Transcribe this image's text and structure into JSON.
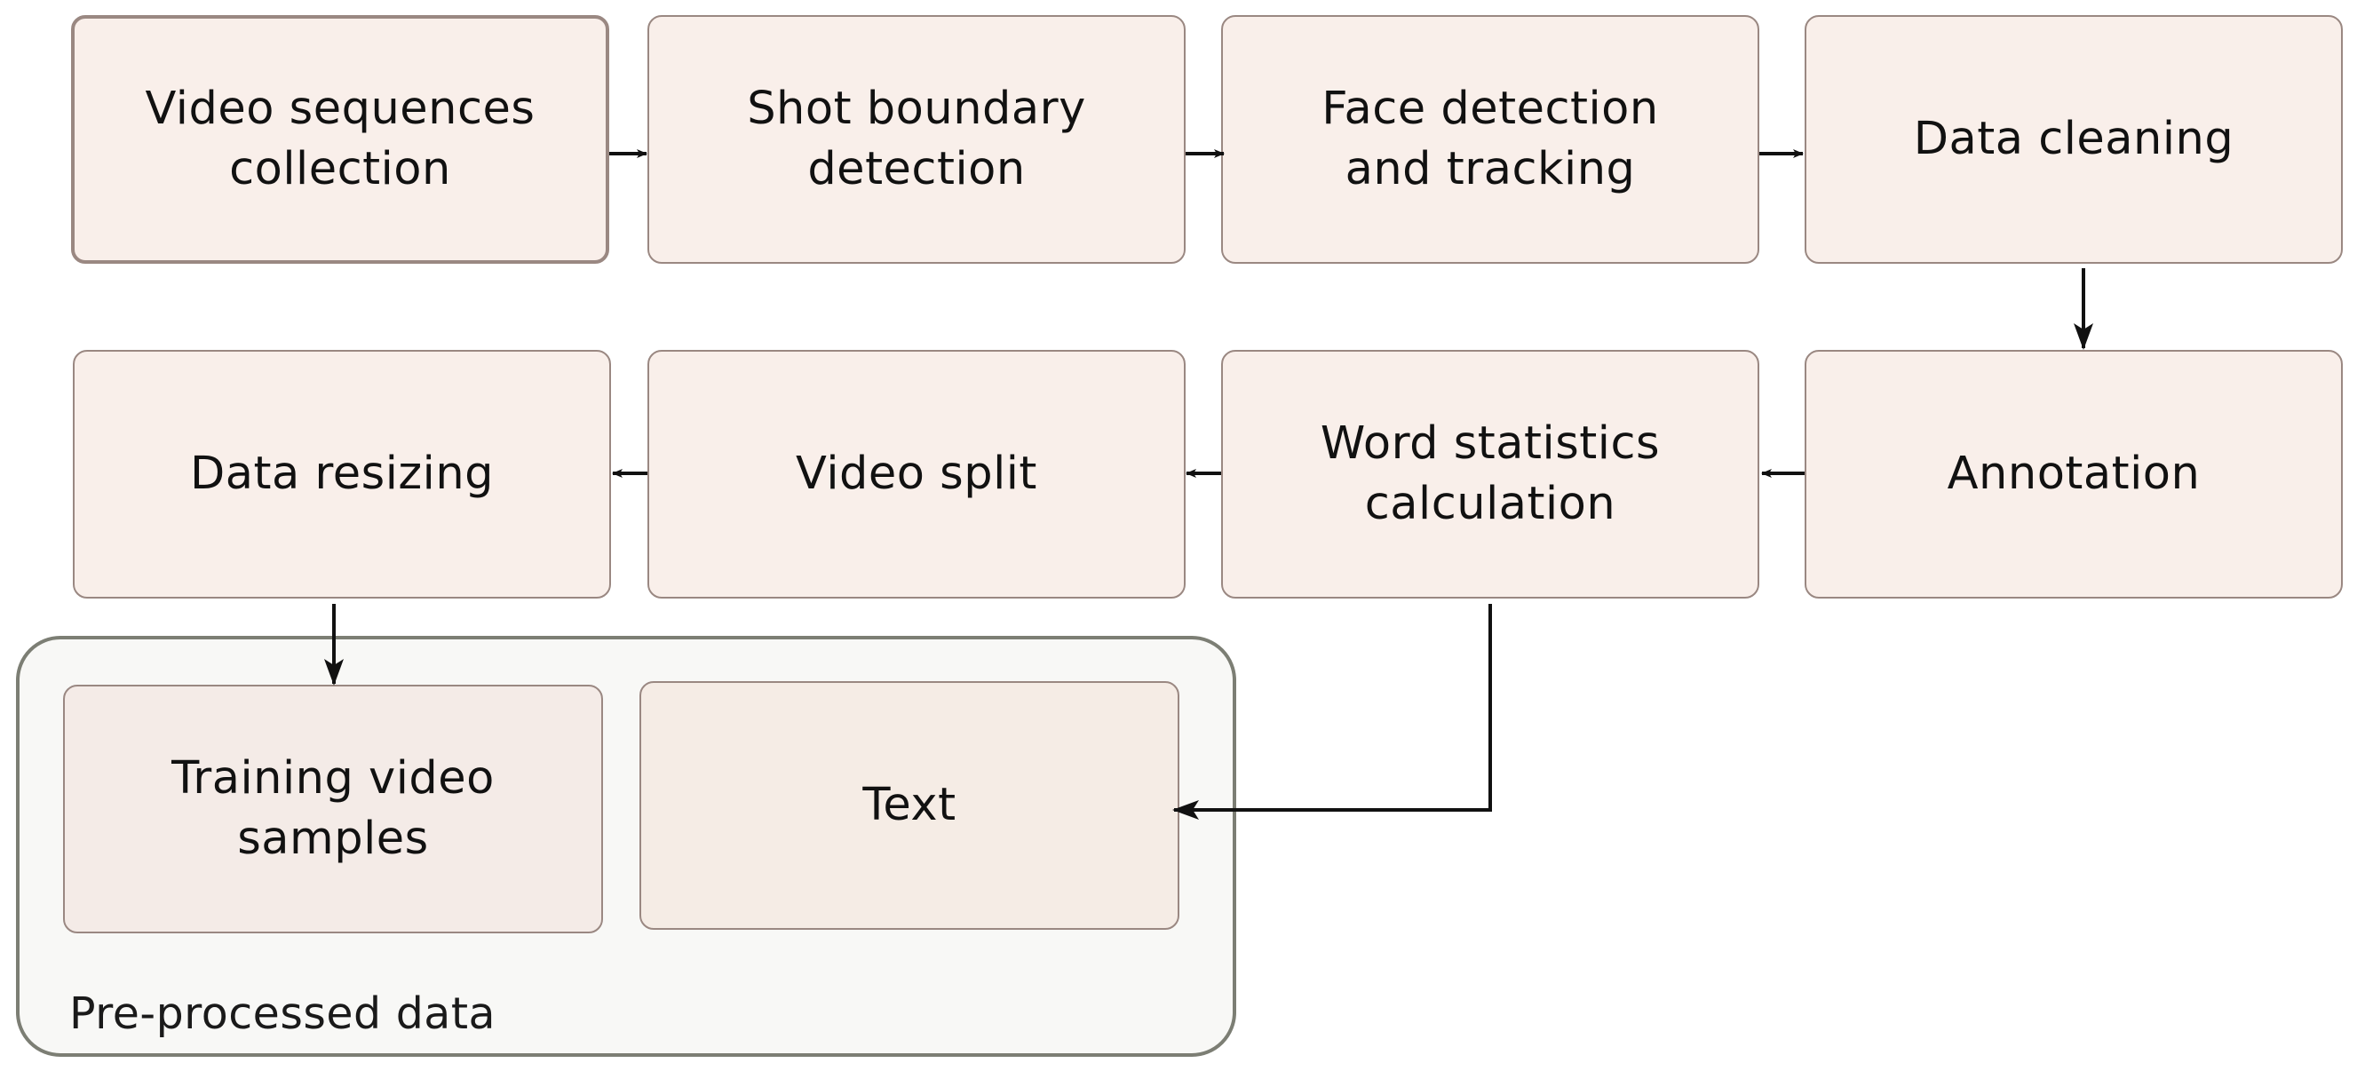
{
  "nodes": {
    "video_sequences_collection": "Video sequences\ncollection",
    "shot_boundary_detection": "Shot boundary\ndetection",
    "face_detection_tracking": "Face detection\nand tracking",
    "data_cleaning": "Data cleaning",
    "annotation": "Annotation",
    "word_statistics_calculation": "Word statistics\ncalculation",
    "video_split": "Video split",
    "data_resizing": "Data resizing",
    "training_video_samples": "Training video\nsamples",
    "text": "Text"
  },
  "group": {
    "label": "Pre-processed data"
  },
  "colors": {
    "node_fill": "#f9efea",
    "node_border": "#9a8882",
    "group_fill": "#f8f8f6",
    "group_border": "#7c7e74",
    "arrow": "#111111"
  },
  "edges": [
    {
      "from": "video_sequences_collection",
      "to": "shot_boundary_detection"
    },
    {
      "from": "shot_boundary_detection",
      "to": "face_detection_tracking"
    },
    {
      "from": "face_detection_tracking",
      "to": "data_cleaning"
    },
    {
      "from": "data_cleaning",
      "to": "annotation"
    },
    {
      "from": "annotation",
      "to": "word_statistics_calculation"
    },
    {
      "from": "word_statistics_calculation",
      "to": "video_split"
    },
    {
      "from": "video_split",
      "to": "data_resizing"
    },
    {
      "from": "data_resizing",
      "to": "training_video_samples"
    },
    {
      "from": "word_statistics_calculation",
      "to": "text"
    }
  ]
}
